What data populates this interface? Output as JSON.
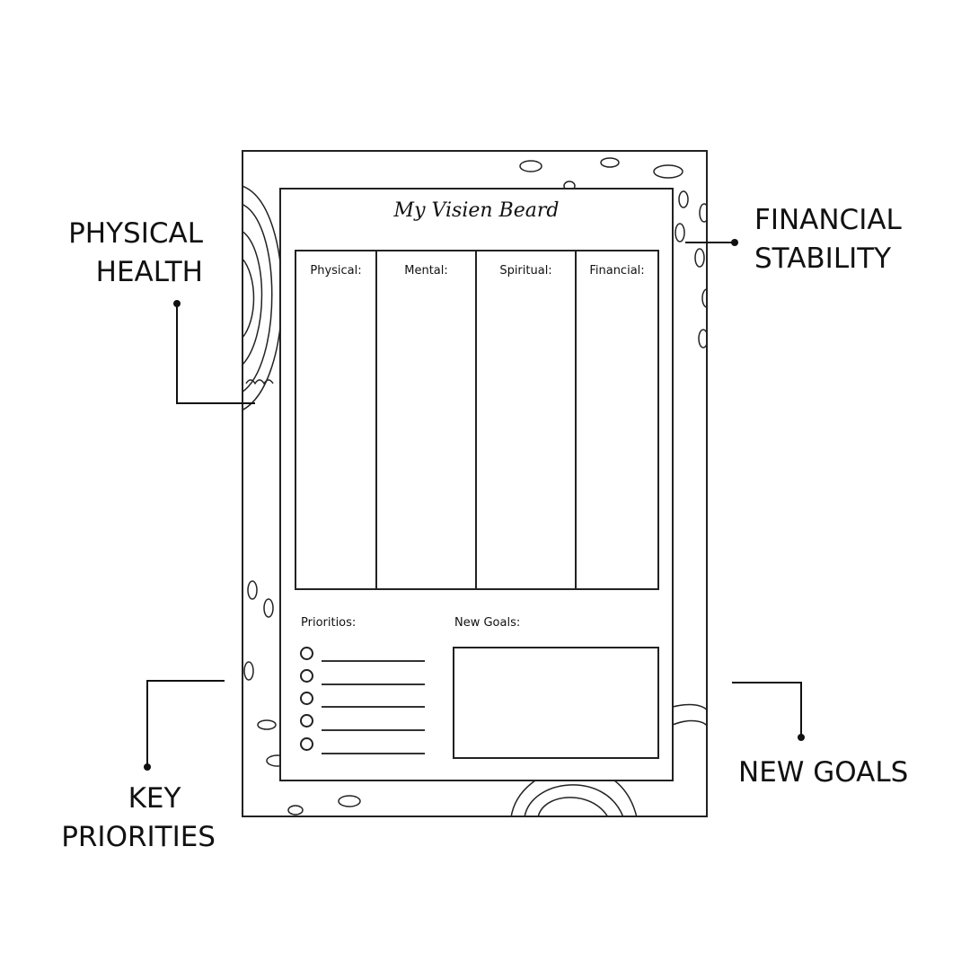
{
  "callouts": {
    "physical": [
      "PHYSICAL",
      "HEALTH"
    ],
    "financial": [
      "FINANCIAL",
      "STABILITY"
    ],
    "priorities": [
      "KEY",
      "PRIORITIES"
    ],
    "goals": "NEW GOALS"
  },
  "sheet": {
    "title": "My Visien Beard",
    "columns": [
      "Physical:",
      "Mental:",
      "Spiritual:",
      "Financial:"
    ],
    "priorities_label": "Prioritios:",
    "goals_label": "New Goals:",
    "priority_count": 5
  }
}
